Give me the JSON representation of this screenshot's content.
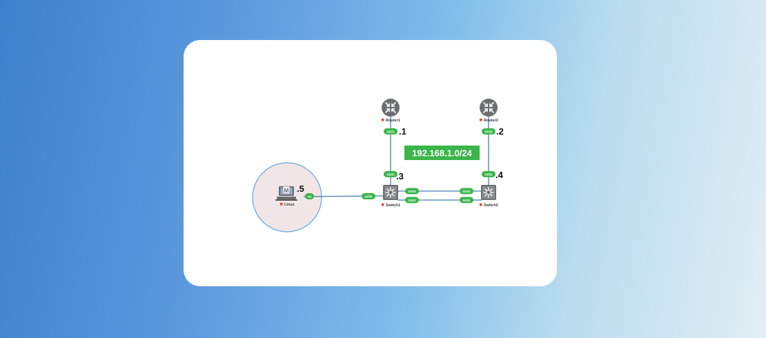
{
  "subnet": {
    "label": "192.168.1.0/24",
    "color": "#3bb54a"
  },
  "colors": {
    "link": "#3f7fb5",
    "port": "#3bb54a",
    "device": "#6d6e70",
    "status": "#e9412f",
    "linux_circle": "#f0e4e4",
    "linux_circle_border": "#5fa8dc"
  },
  "nodes": {
    "router1": {
      "name": "Router1",
      "ip": ".1",
      "port": "Gi0/1",
      "icon": "router-icon"
    },
    "router2": {
      "name": "Router2",
      "ip": ".2",
      "port": "Gi0/2",
      "icon": "router-icon"
    },
    "switch1": {
      "name": "Switch1",
      "ip": ".3",
      "port_up": "Gi0/1",
      "port_left": "Gi0/0",
      "port_r1": "Gi0/3",
      "port_r2": "Gi0/2",
      "icon": "switch-icon"
    },
    "switch2": {
      "name": "Switch2",
      "ip": ".4",
      "port_up": "Gi0/2",
      "port_l1": "Gi0/3",
      "port_l2": "Gi0/1",
      "icon": "switch-icon"
    },
    "linux": {
      "name": "Linux",
      "ip": ".5",
      "port": "e0",
      "icon": "linux-host-icon"
    }
  }
}
